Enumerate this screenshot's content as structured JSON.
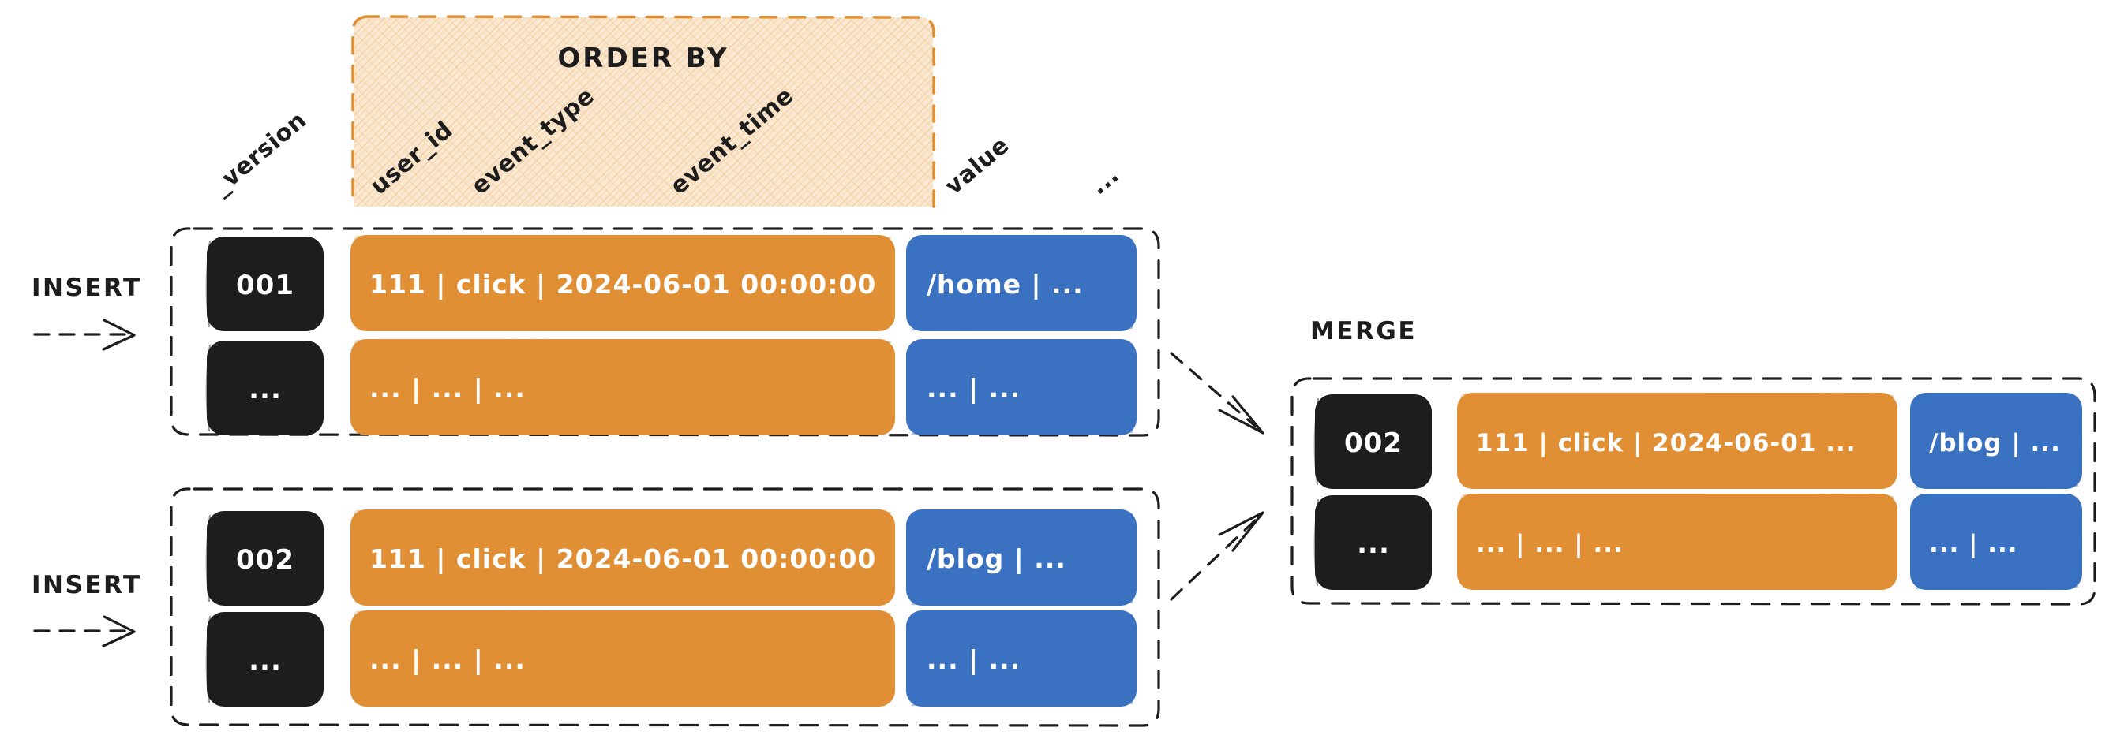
{
  "diagram": {
    "title_region": {
      "order_by_label": "ORDER BY"
    },
    "column_labels": [
      {
        "name": "version-column-label",
        "text": "_version",
        "in_order_by": false
      },
      {
        "name": "user-id-column-label",
        "text": "user_id",
        "in_order_by": true
      },
      {
        "name": "event-type-column-label",
        "text": "event_type",
        "in_order_by": true
      },
      {
        "name": "event-time-column-label",
        "text": "event_time",
        "in_order_by": true
      },
      {
        "name": "value-column-label",
        "text": "value",
        "in_order_by": false
      },
      {
        "name": "ellipsis-column-label",
        "text": "...",
        "in_order_by": false
      }
    ],
    "operations": {
      "insert_1": "INSERT",
      "insert_2": "INSERT",
      "merge": "MERGE"
    },
    "parts": [
      {
        "name": "insert-part-1",
        "rows": [
          {
            "version": "001",
            "key": "111  |  click  | 2024-06-01 00:00:00",
            "value": "/home  | ..."
          },
          {
            "version": "...",
            "key": "...  |  ...     | ...",
            "value": "...      | ..."
          }
        ]
      },
      {
        "name": "insert-part-2",
        "rows": [
          {
            "version": "002",
            "key": "111  |  click  | 2024-06-01 00:00:00",
            "value": "/blog  | ..."
          },
          {
            "version": "...",
            "key": "...  |  ...     | ...",
            "value": "...      | ..."
          }
        ]
      },
      {
        "name": "merged-part",
        "rows": [
          {
            "version": "002",
            "key": "111  |  click  | 2024-06-01 ...",
            "value": "/blog  | ..."
          },
          {
            "version": "...",
            "key": "...  |  ...     | ...",
            "value": "...      | ..."
          }
        ]
      }
    ],
    "colors": {
      "version_cell": "#1d1d1d",
      "key_cell": "#e08f35",
      "value_cell": "#3a71c0",
      "order_by_fill": "#fbe6cd",
      "order_by_border": "#e08f35",
      "partition_border": "#1d1d1d",
      "background": "#ffffff"
    }
  }
}
